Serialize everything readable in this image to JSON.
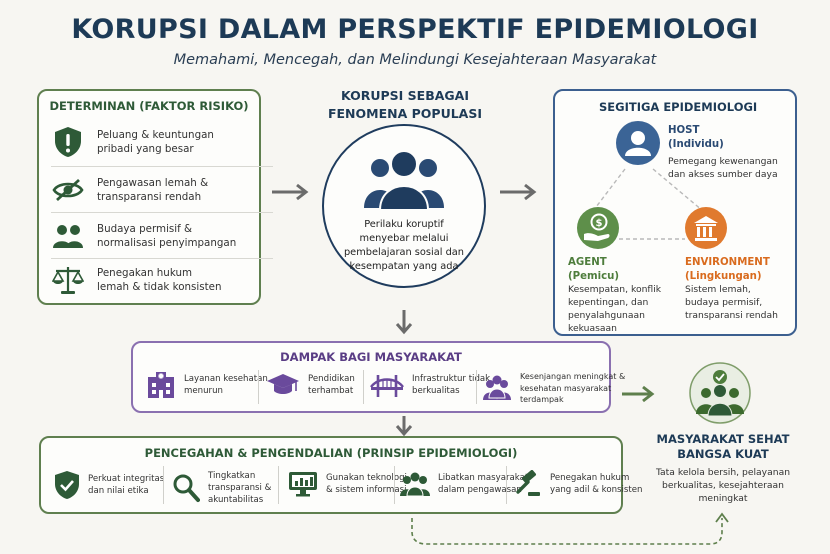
{
  "header": {
    "title": "KORUPSI DALAM PERSPEKTIF EPIDEMIOLOGI",
    "subtitle": "Memahami, Mencegah, dan Melindungi Kesejahteraan Masyarakat"
  },
  "determinan": {
    "title": "DETERMINAN (FAKTOR RISIKO)",
    "items": [
      {
        "icon": "shield-exclamation-icon",
        "text": "Peluang & keuntungan\npribadi yang besar"
      },
      {
        "icon": "eye-slash-icon",
        "text": "Pengawasan lemah &\ntransparansi rendah"
      },
      {
        "icon": "people-icon",
        "text": "Budaya permisif &\nnormalisasi penyimpangan"
      },
      {
        "icon": "scales-icon",
        "text": "Penegakan hukum\nlemah & tidak konsisten"
      }
    ]
  },
  "center": {
    "title": "KORUPSI SEBAGAI\nFENOMENA POPULASI",
    "icon": "population-group-icon",
    "text": "Perilaku koruptif\nmenyebar melalui\npembelajaran sosial dan\nkesempatan yang ada"
  },
  "segitiga": {
    "title": "SEGITIGA EPIDEMIOLOGI",
    "host": {
      "label": "HOST\n(Individu)",
      "desc": "Pemegang kewenangan\ndan akses sumber daya",
      "color": "#3b6496",
      "icon": "person-icon"
    },
    "agent": {
      "label": "AGENT\n(Pemicu)",
      "desc": "Kesempatan, konflik\nkepentingan, dan\npenyalahgunaan\nkekuasaan",
      "color": "#5e8f4a",
      "icon": "money-hand-icon"
    },
    "environment": {
      "label": "ENVIRONMENT\n(Lingkungan)",
      "desc": "Sistem lemah,\nbudaya permisif,\ntransparansi rendah",
      "color": "#e07a2e",
      "icon": "building-icon"
    }
  },
  "dampak": {
    "title": "DAMPAK BAGI MASYARAKAT",
    "items": [
      {
        "icon": "hospital-icon",
        "text": "Layanan kesehatan\nmenurun"
      },
      {
        "icon": "graduation-cap-icon",
        "text": "Pendidikan\nterhambat"
      },
      {
        "icon": "bridge-icon",
        "text": "Infrastruktur tidak\nberkualitas"
      },
      {
        "icon": "people-group-icon",
        "text": "Kesenjangan meningkat &\nkesehatan masyarakat\nterdampak"
      }
    ]
  },
  "pencegahan": {
    "title": "PENCEGAHAN & PENGENDALIAN (PRINSIP EPIDEMIOLOGI)",
    "items": [
      {
        "icon": "shield-check-icon",
        "text": "Perkuat integritas\ndan nilai etika"
      },
      {
        "icon": "magnifier-icon",
        "text": "Tingkatkan\ntransparansi &\nakuntabilitas"
      },
      {
        "icon": "monitor-chart-icon",
        "text": "Gunakan teknologi\n& sistem informasi"
      },
      {
        "icon": "community-icon",
        "text": "Libatkan masyarakat\ndalam pengawasan"
      },
      {
        "icon": "gavel-icon",
        "text": "Penegakan hukum\nyang adil & konsisten"
      }
    ]
  },
  "masyarakat": {
    "title": "MASYARAKAT SEHAT\nBANGSA KUAT",
    "desc": "Tata kelola bersih, pelayanan\nberkualitas, kesejahteraan\nmeningkat",
    "icon": "healthy-community-icon"
  },
  "colors": {
    "navy": "#1d3a56",
    "green": "#2e5a37",
    "purple": "#5a3d85",
    "accent_orange": "#e07a2e"
  }
}
